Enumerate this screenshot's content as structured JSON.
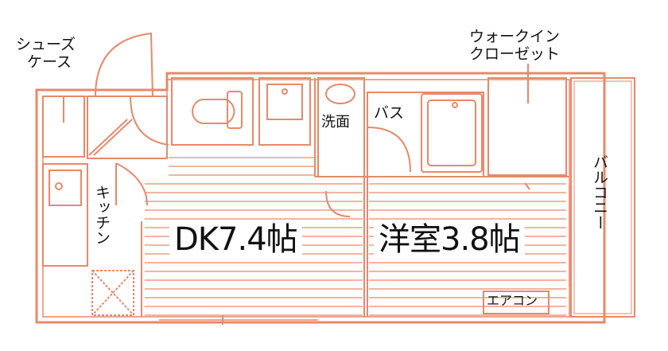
{
  "colors": {
    "wall": "#e8896a",
    "floor_line": "#e8896a",
    "fixture": "#e8896a",
    "text": "#111111",
    "background": "#ffffff"
  },
  "rooms": {
    "dk": "DK7.4帖",
    "western": "洋室3.8帖"
  },
  "labels": {
    "shoe_case_1": "シューズ",
    "shoe_case_2": "ケース",
    "walkin_1": "ウォークイン",
    "walkin_2": "クローゼット",
    "bath": "バス",
    "washroom": "洗面",
    "kitchen": "キッチン",
    "balcony": "バルコニー",
    "aircon": "エアコン"
  }
}
